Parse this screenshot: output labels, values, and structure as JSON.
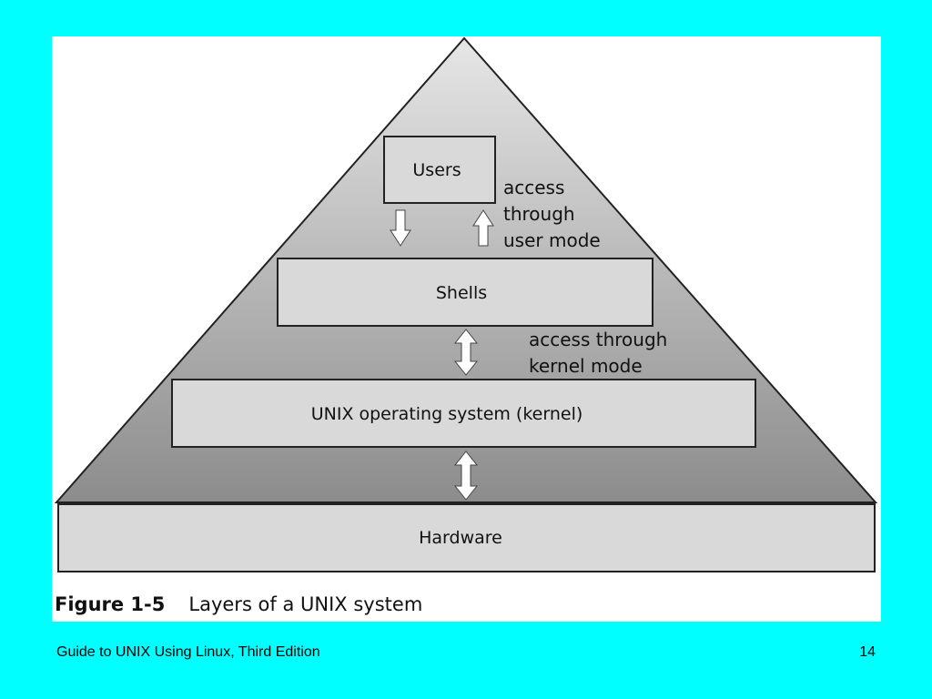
{
  "figure": {
    "layers": {
      "users": "Users",
      "shells": "Shells",
      "kernel": "UNIX operating system (kernel)",
      "hardware": "Hardware"
    },
    "annotations": {
      "user_mode": [
        "access",
        "through",
        "user mode"
      ],
      "kernel_mode": [
        "access through",
        "kernel mode"
      ]
    },
    "caption": {
      "label": "Figure 1-5",
      "text": "Layers of a UNIX system"
    }
  },
  "footer": {
    "title": "Guide to UNIX Using Linux, Third Edition",
    "page_number": "14"
  },
  "colors": {
    "slide_background": "#00ffff",
    "layer_fill": "#d9d9d9"
  }
}
